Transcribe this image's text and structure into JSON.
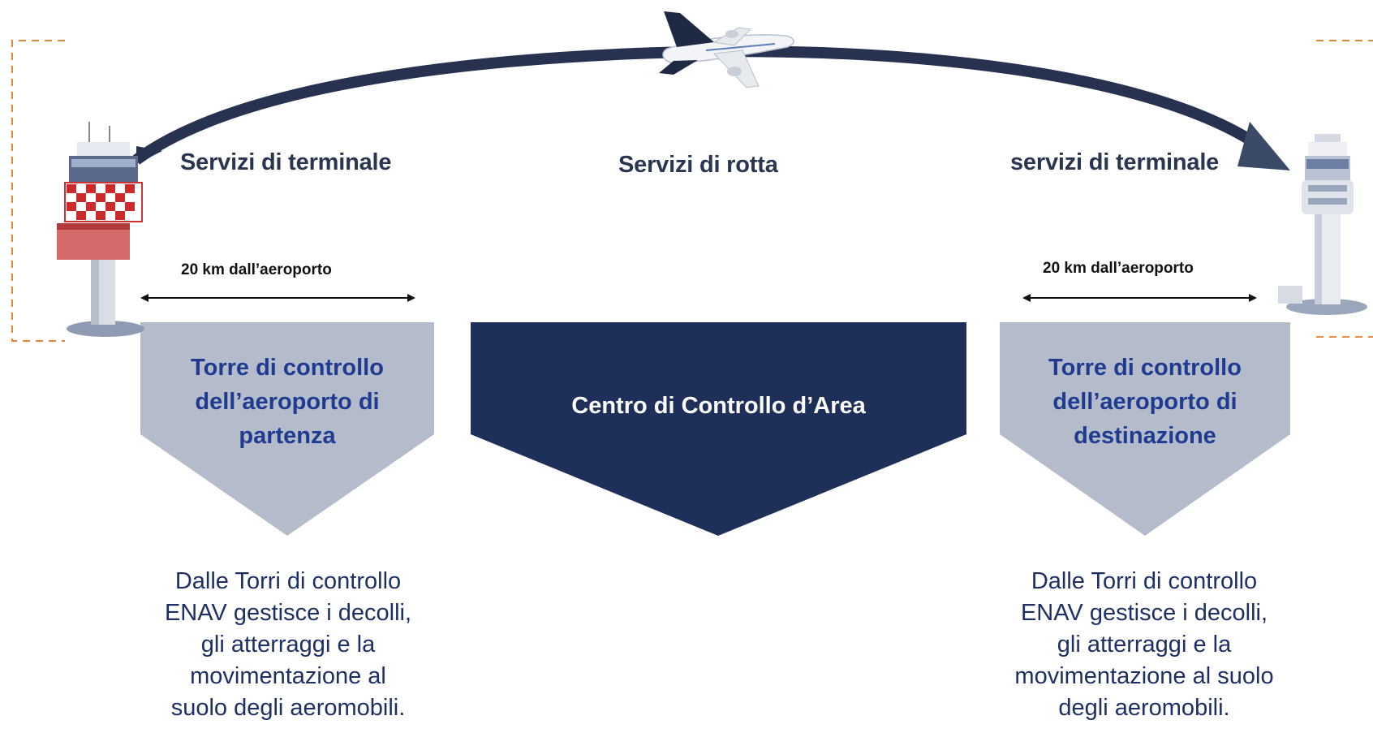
{
  "colors": {
    "light_block": "#b4bccc",
    "dark_block": "#1e2f5a",
    "arc": "#26324f",
    "accent_dashed": "#e8893a",
    "title_text": "#2a3550",
    "light_block_text": "#1f3a8f",
    "desc_text": "#1e2f66"
  },
  "icons": {
    "left_tower": "control-tower-red-white",
    "right_tower": "control-tower-white",
    "plane": "airplane"
  },
  "labels": {
    "left_service": "Servizi di terminale",
    "center_service": "Servizi di rotta",
    "right_service": "servizi di terminale"
  },
  "distance": {
    "left": "20 km dall’aeroporto",
    "right": "20 km dall’aeroporto"
  },
  "blocks": {
    "left": [
      "Torre di controllo",
      "dell’aeroporto di",
      "partenza"
    ],
    "center": "Centro di Controllo d’Area",
    "right": [
      "Torre di controllo",
      "dell’aeroporto di",
      "destinazione"
    ]
  },
  "descriptions": {
    "left": [
      "Dalle Torri di controllo",
      "ENAV gestisce i decolli,",
      "gli atterraggi e la",
      "movimentazione al",
      "suolo degli aeromobili."
    ],
    "right": [
      "Dalle Torri di controllo",
      "ENAV gestisce i decolli,",
      "gli atterraggi e la",
      "movimentazione al suolo",
      "degli aeromobili."
    ]
  }
}
